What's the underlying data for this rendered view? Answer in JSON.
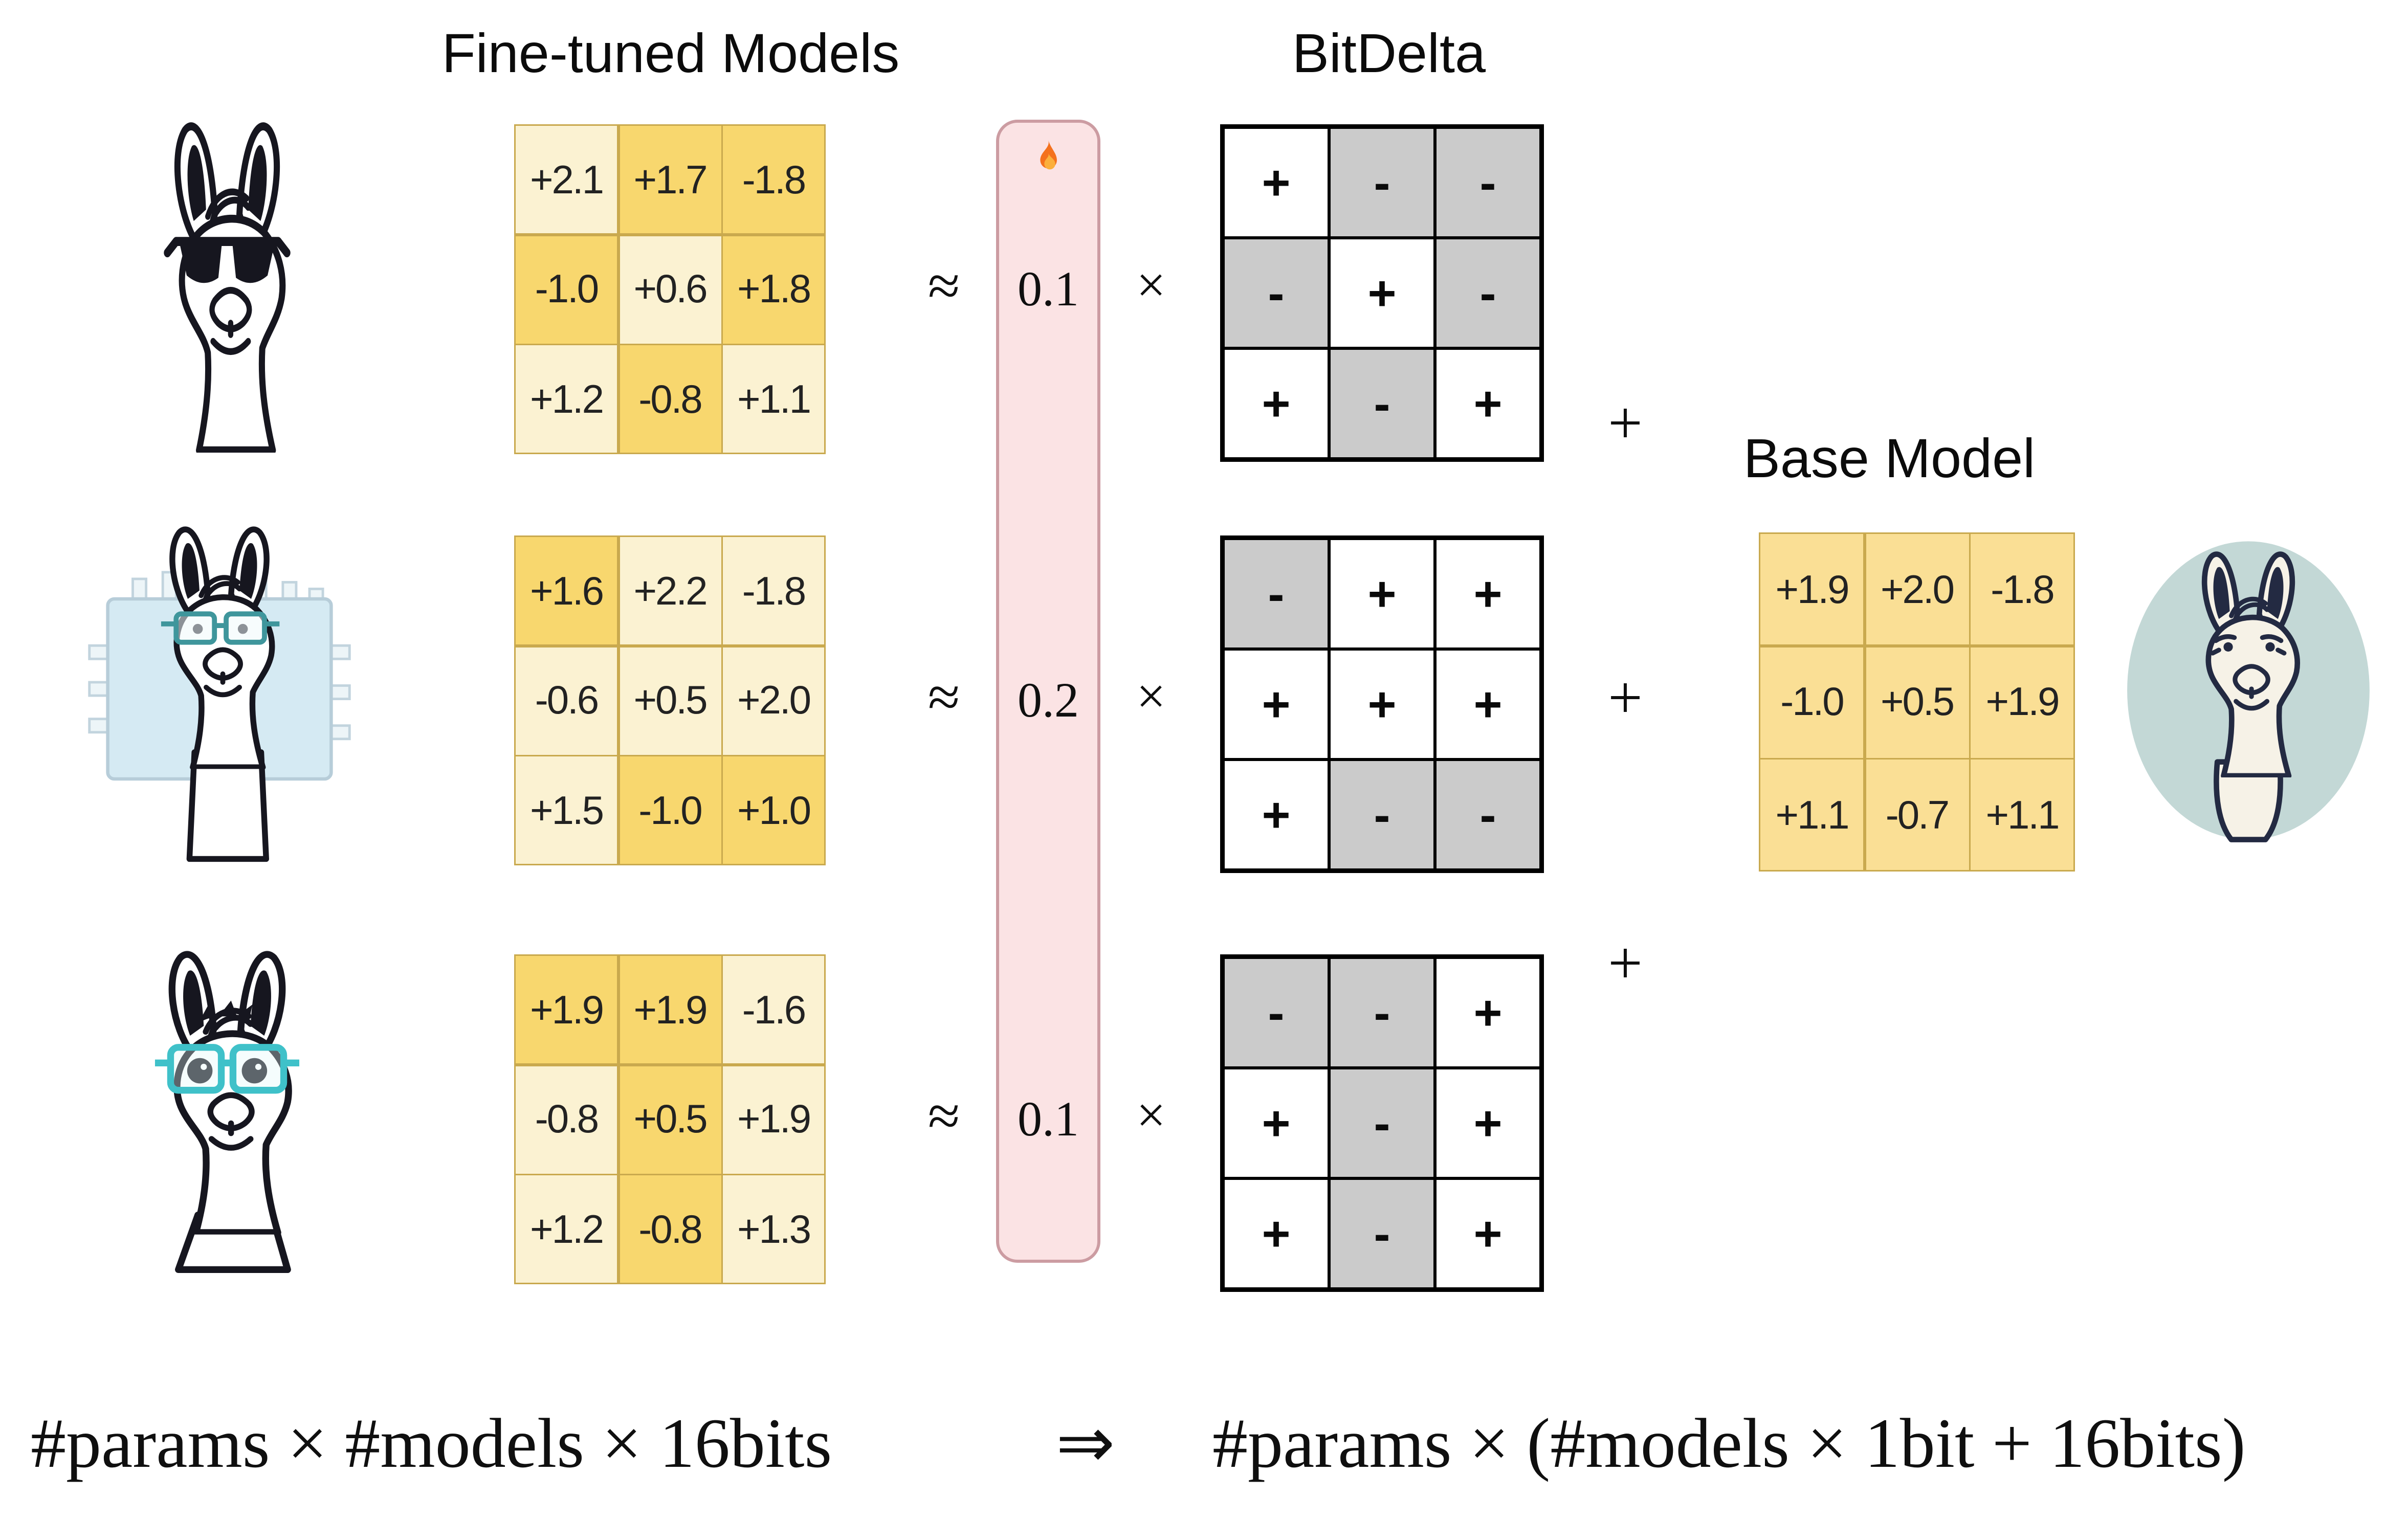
{
  "titles": {
    "finetuned": "Fine-tuned Models",
    "bitdelta": "BitDelta",
    "base": "Base Model"
  },
  "operators": {
    "approx": "≈",
    "times": "×",
    "plus": "+"
  },
  "scale_column": {
    "icon": "flame-icon",
    "values": [
      "0.1",
      "0.2",
      "0.1"
    ]
  },
  "finetuned_matrices": [
    {
      "cells": [
        [
          {
            "v": "+2.1",
            "tone": "light"
          },
          {
            "v": "+1.7",
            "tone": "dark"
          },
          {
            "v": "-1.8",
            "tone": "dark"
          }
        ],
        [
          {
            "v": "-1.0",
            "tone": "dark"
          },
          {
            "v": "+0.6",
            "tone": "light"
          },
          {
            "v": "+1.8",
            "tone": "dark"
          }
        ],
        [
          {
            "v": "+1.2",
            "tone": "light"
          },
          {
            "v": "-0.8",
            "tone": "dark"
          },
          {
            "v": "+1.1",
            "tone": "light"
          }
        ]
      ]
    },
    {
      "cells": [
        [
          {
            "v": "+1.6",
            "tone": "dark"
          },
          {
            "v": "+2.2",
            "tone": "light"
          },
          {
            "v": "-1.8",
            "tone": "light"
          }
        ],
        [
          {
            "v": "-0.6",
            "tone": "light"
          },
          {
            "v": "+0.5",
            "tone": "light"
          },
          {
            "v": "+2.0",
            "tone": "light"
          }
        ],
        [
          {
            "v": "+1.5",
            "tone": "light"
          },
          {
            "v": "-1.0",
            "tone": "dark"
          },
          {
            "v": "+1.0",
            "tone": "dark"
          }
        ]
      ]
    },
    {
      "cells": [
        [
          {
            "v": "+1.9",
            "tone": "dark"
          },
          {
            "v": "+1.9",
            "tone": "dark"
          },
          {
            "v": "-1.6",
            "tone": "light"
          }
        ],
        [
          {
            "v": "-0.8",
            "tone": "light"
          },
          {
            "v": "+0.5",
            "tone": "dark"
          },
          {
            "v": "+1.9",
            "tone": "light"
          }
        ],
        [
          {
            "v": "+1.2",
            "tone": "light"
          },
          {
            "v": "-0.8",
            "tone": "dark"
          },
          {
            "v": "+1.3",
            "tone": "light"
          }
        ]
      ]
    }
  ],
  "sign_matrices": [
    {
      "cells": [
        [
          {
            "v": "+",
            "tone": "pos"
          },
          {
            "v": "-",
            "tone": "neg"
          },
          {
            "v": "-",
            "tone": "neg"
          }
        ],
        [
          {
            "v": "-",
            "tone": "neg"
          },
          {
            "v": "+",
            "tone": "pos"
          },
          {
            "v": "-",
            "tone": "neg"
          }
        ],
        [
          {
            "v": "+",
            "tone": "pos"
          },
          {
            "v": "-",
            "tone": "neg"
          },
          {
            "v": "+",
            "tone": "pos"
          }
        ]
      ]
    },
    {
      "cells": [
        [
          {
            "v": "-",
            "tone": "neg"
          },
          {
            "v": "+",
            "tone": "pos"
          },
          {
            "v": "+",
            "tone": "pos"
          }
        ],
        [
          {
            "v": "+",
            "tone": "pos"
          },
          {
            "v": "+",
            "tone": "pos"
          },
          {
            "v": "+",
            "tone": "pos"
          }
        ],
        [
          {
            "v": "+",
            "tone": "pos"
          },
          {
            "v": "-",
            "tone": "neg"
          },
          {
            "v": "-",
            "tone": "neg"
          }
        ]
      ]
    },
    {
      "cells": [
        [
          {
            "v": "-",
            "tone": "neg"
          },
          {
            "v": "-",
            "tone": "neg"
          },
          {
            "v": "+",
            "tone": "pos"
          }
        ],
        [
          {
            "v": "+",
            "tone": "pos"
          },
          {
            "v": "-",
            "tone": "neg"
          },
          {
            "v": "+",
            "tone": "pos"
          }
        ],
        [
          {
            "v": "+",
            "tone": "pos"
          },
          {
            "v": "-",
            "tone": "neg"
          },
          {
            "v": "+",
            "tone": "pos"
          }
        ]
      ]
    }
  ],
  "base_matrix": {
    "cells": [
      [
        {
          "v": "+1.9",
          "tone": "gold"
        },
        {
          "v": "+2.0",
          "tone": "gold"
        },
        {
          "v": "-1.8",
          "tone": "gold"
        }
      ],
      [
        {
          "v": "-1.0",
          "tone": "gold"
        },
        {
          "v": "+0.5",
          "tone": "gold"
        },
        {
          "v": "+1.9",
          "tone": "gold"
        }
      ],
      [
        {
          "v": "+1.1",
          "tone": "gold"
        },
        {
          "v": "-0.7",
          "tone": "gold"
        },
        {
          "v": "+1.1",
          "tone": "gold"
        }
      ]
    ]
  },
  "formula": {
    "left": "#params × #models × 16bits",
    "arrow": "⇒",
    "right": "#params × (#models × 1bit + 16bits)"
  },
  "llamas": [
    "llama-sunglasses-avatar",
    "llama-chip-glasses-avatar",
    "llama-glasses-avatar",
    "llama-base-avatar"
  ],
  "colors": {
    "cream": "#fbf2d2",
    "yellow": "#f8d76e",
    "gold": "#fadf95",
    "mborder": "#c9a94e",
    "gray": "#cbcbcb",
    "pink": "#fbe3e4",
    "pinkBorder": "#cc9ca2",
    "teal": "#c3d8d6",
    "chip": "#d5eaf3",
    "flameOuter": "#f4711d",
    "flameInner": "#fbaf3c"
  }
}
